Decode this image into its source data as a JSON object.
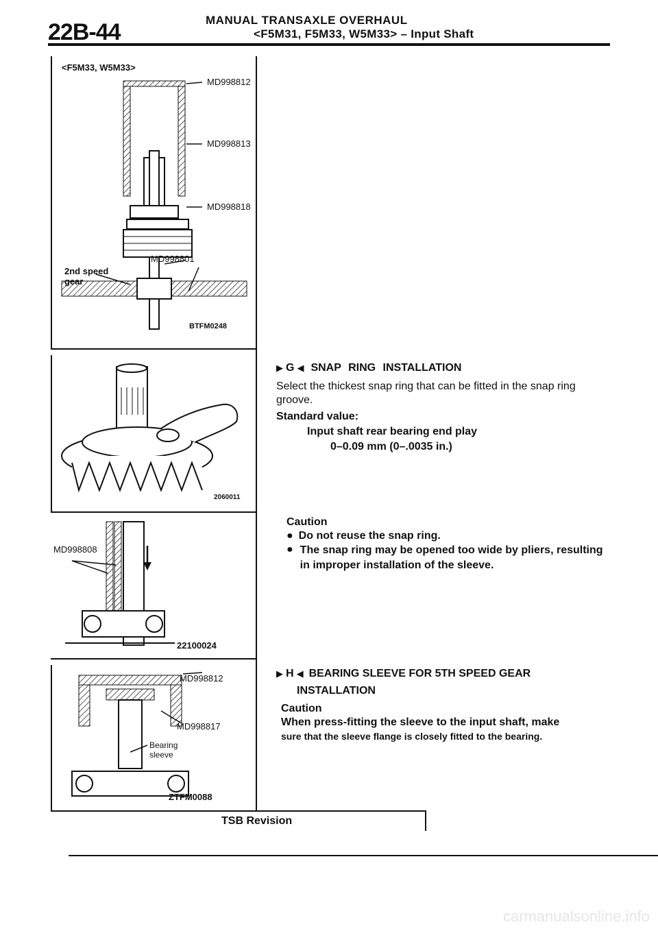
{
  "header": {
    "page_number": "22B-44",
    "title": "MANUAL TRANSAXLE OVERHAUL",
    "subtitle": "<F5M31, F5M33, W5M33> – Input Shaft"
  },
  "figures": {
    "fig1": {
      "model": "<F5M33, W5M33>",
      "tools": [
        "MD998812",
        "MD998813",
        "MD998818",
        "MD998801"
      ],
      "part_label": "2nd speed gear",
      "code": "BTFM0248"
    },
    "fig2": {
      "code": "2060011"
    },
    "fig3": {
      "tool": "MD998808",
      "code": "22100024"
    },
    "fig4": {
      "tools": [
        "MD998812",
        "MD998817"
      ],
      "part_label": "Bearing sleeve",
      "code": "ZTFM0088"
    }
  },
  "sections": {
    "g": {
      "marker": "G",
      "heading": "SNAP RING INSTALLATION",
      "body": "Select the thickest snap ring that can be fitted in the snap ring groove.",
      "standard_label": "Standard value:",
      "standard_item": "Input shaft rear bearing end play",
      "standard_value": "0–0.09 mm (0–.0035 in.)",
      "caution_label": "Caution",
      "cautions": [
        "Do not reuse the snap ring.",
        "The snap ring may be opened too wide by pliers, resulting in improper installation of the sleeve."
      ]
    },
    "h": {
      "marker": "H",
      "heading_line1": "BEARING SLEEVE FOR 5TH SPEED GEAR",
      "heading_line2": "INSTALLATION",
      "caution_label": "Caution",
      "caution_line1": "When press-fitting the sleeve to the input shaft, make",
      "caution_line2": "sure that the sleeve flange is closely fitted to the bearing."
    }
  },
  "footer": {
    "tsb": "TSB Revision",
    "watermark": "carmanualsonline.info"
  }
}
